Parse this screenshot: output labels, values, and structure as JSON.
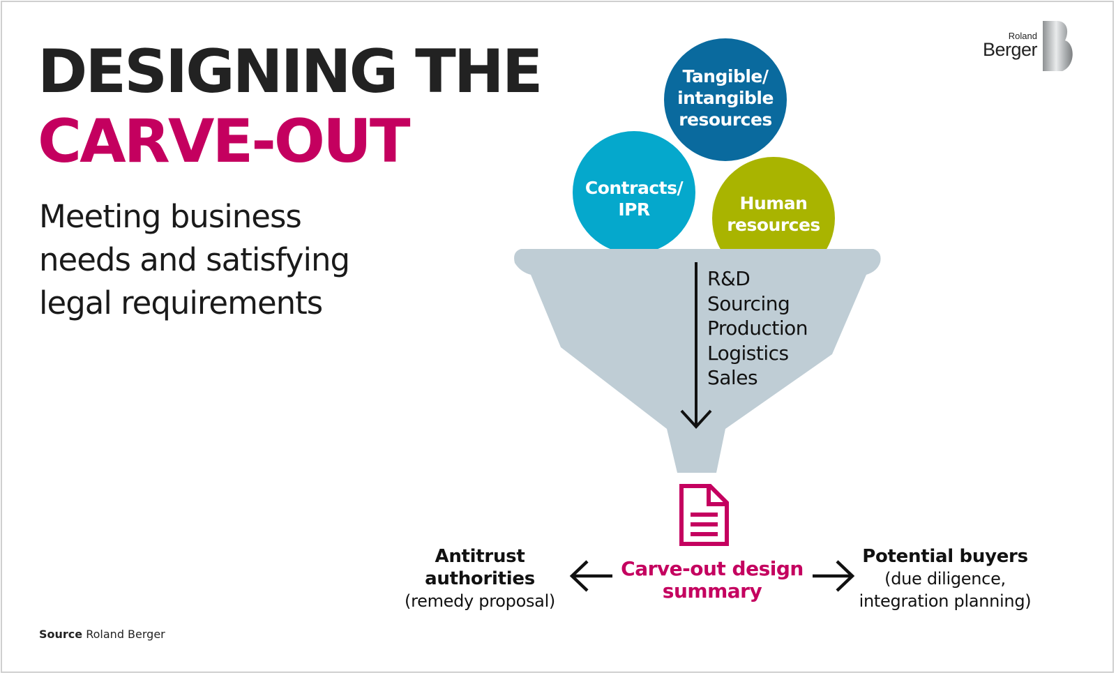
{
  "title": {
    "line1": "DESIGNING THE",
    "line2": "CARVE-OUT"
  },
  "subtitle": {
    "line1": "Meeting business",
    "line2": "needs and satisfying",
    "line3": "legal requirements"
  },
  "logo": {
    "name_top": "Roland",
    "name_bottom": "Berger",
    "mark": "B"
  },
  "inputs": {
    "tangible": {
      "line1": "Tangible/",
      "line2": "intangible",
      "line3": "resources",
      "color": "#0a6a9e"
    },
    "contracts": {
      "line1": "Contracts/",
      "line2": "IPR",
      "color": "#05a8cc"
    },
    "human": {
      "line1": "Human",
      "line2": "resources",
      "color": "#a9b400"
    }
  },
  "funnel": {
    "color": "#bfcdd5",
    "functions": [
      "R&D",
      "Sourcing",
      "Production",
      "Logistics",
      "Sales"
    ]
  },
  "output": {
    "icon": "document-icon",
    "line1": "Carve-out design",
    "line2": "summary",
    "color": "#c4005f"
  },
  "antitrust": {
    "line1": "Antitrust",
    "line2": "authorities",
    "line3": "(remedy proposal)"
  },
  "buyers": {
    "line1": "Potential buyers",
    "line2": "(due diligence,",
    "line3": "integration planning)"
  },
  "source": {
    "label": "Source",
    "value": "Roland Berger"
  }
}
